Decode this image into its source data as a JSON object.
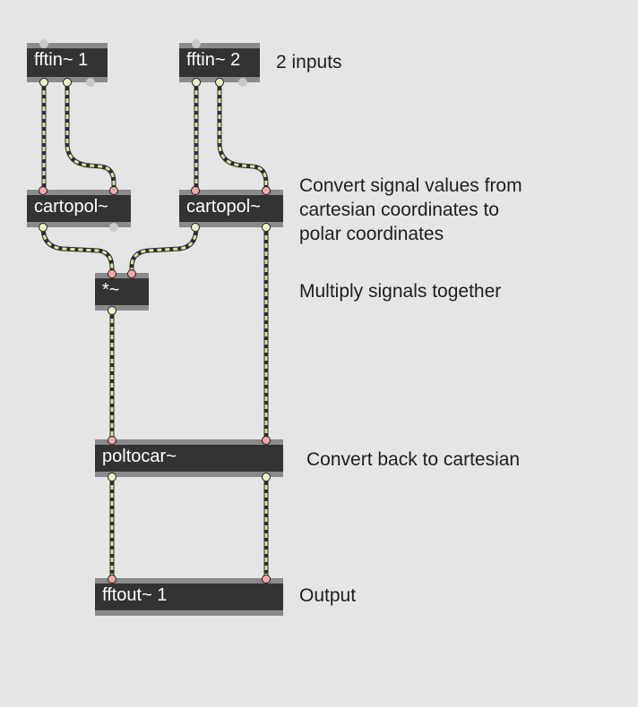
{
  "patch": {
    "objects": {
      "fftin1": "fftin~ 1",
      "fftin2": "fftin~ 2",
      "cartopol1": "cartopol~",
      "cartopol2": "cartopol~",
      "multiply": "*~",
      "poltocar": "poltocar~",
      "fftout": "fftout~ 1"
    },
    "comments": {
      "inputs": "2 inputs",
      "convert_line1": "Convert signal values from",
      "convert_line2": "cartesian coordinates to",
      "convert_line3": "polar coordinates",
      "multiply": "Multiply signals together",
      "convert_back": "Convert back to cartesian",
      "output": "Output"
    }
  },
  "colors": {
    "background": "#e5e5e5",
    "object_fill": "#333333",
    "object_border": "#8a8a8a",
    "object_text": "#ffffff",
    "patch_cord_dash": "#d9e6a0",
    "patch_cord_base": "#2e2e2e",
    "inlet": "#f2a8a8",
    "outlet": "#f0f0c8"
  }
}
